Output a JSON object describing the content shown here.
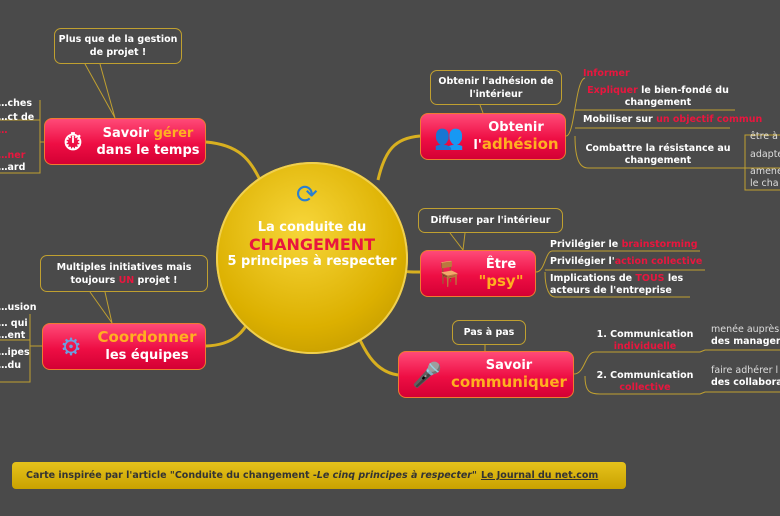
{
  "center": {
    "line1": "La conduite du",
    "line2": "CHANGEMENT",
    "line3": "5 principes à respecter"
  },
  "branches": {
    "gerer": {
      "a": "Savoir ",
      "b": "gérer",
      "c": "dans le temps",
      "callout": "Plus que de la gestion de projet !",
      "leaves": [
        "…ches",
        "…ct de",
        "…",
        "…ner",
        "…ard"
      ]
    },
    "adhesion": {
      "a": "Obtenir",
      "b": "l'",
      "c": "adhésion",
      "callout": "Obtenir l'adhésion de l'intérieur",
      "leaves": {
        "l1": "Informer",
        "l2a": "Expliquer",
        "l2b": " le bien-fondé du changement",
        "l3a": "Mobiliser sur ",
        "l3b": "un objectif commun",
        "l4": "Combattre la résistance au changement",
        "s1": "être à",
        "s2": "adapte",
        "s3": "amene le cha"
      }
    },
    "psy": {
      "a": "Être",
      "b": "\"psy\"",
      "callout": "Diffuser par l'intérieur",
      "leaves": {
        "l1a": "Privilégier le ",
        "l1b": "brainstorming",
        "l2a": "Privilégier l'",
        "l2b": "action collective",
        "l3a": "Implications de ",
        "l3b": "TOUS",
        "l3c": " les acteurs de l'entreprise"
      }
    },
    "communiquer": {
      "a": "Savoir",
      "b": "communiquer",
      "callout": "Pas à pas",
      "leaves": {
        "l1": "1. Communication",
        "l1r": "individuelle",
        "l1s": "menée auprès",
        "l1t": "des managers",
        "l2": "2. Communication",
        "l2r": "collective",
        "l2s": "faire adhérer l",
        "l2t": "des collabora"
      }
    },
    "coordonner": {
      "a": "Coordonner",
      "b": "les équipes",
      "callout_a": "Multiples initiatives mais toujours ",
      "callout_b": "UN",
      "callout_c": " projet !",
      "leaves": [
        "…usion",
        "… qui",
        "…ent",
        "…ipes",
        "…du"
      ]
    }
  },
  "footer": {
    "text": "Carte inspirée par l'article \"Conduite du changement - ",
    "italic": "Le cinq principes à respecter",
    "quote": "\"",
    "link": "Le Journal du net.com"
  }
}
